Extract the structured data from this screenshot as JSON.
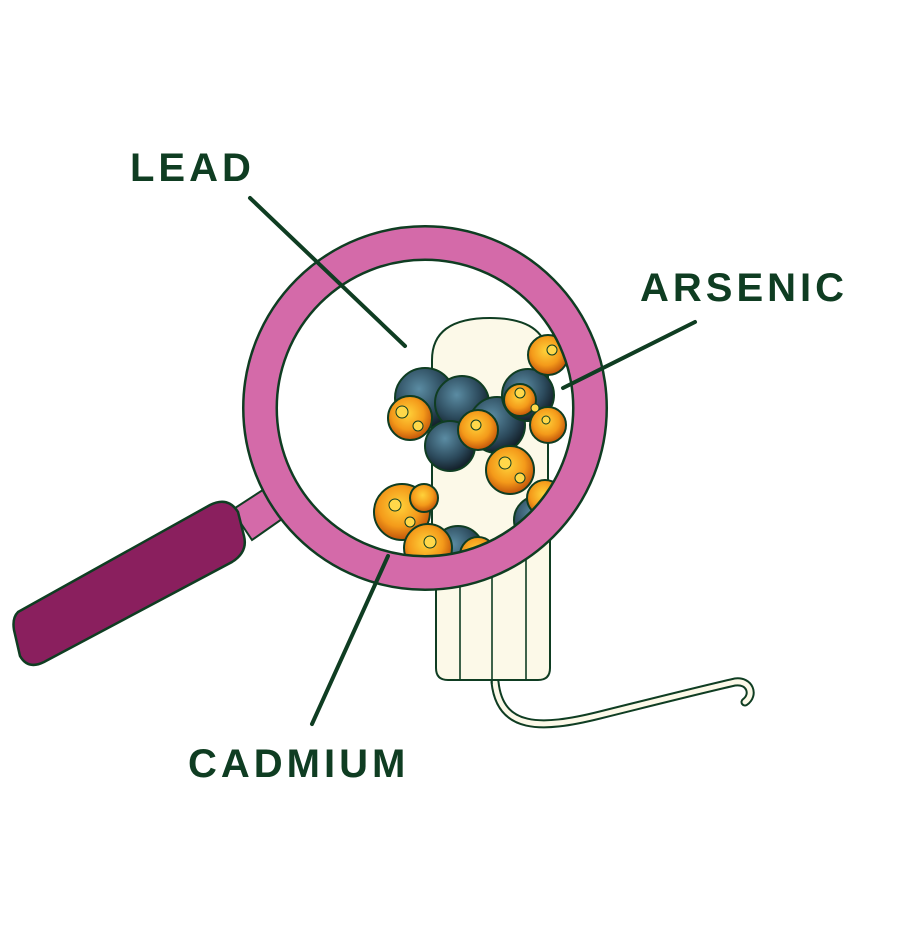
{
  "labels": {
    "lead": "LEAD",
    "arsenic": "ARSENIC",
    "cadmium": "CADMIUM"
  },
  "colors": {
    "label_text": "#0f3d22",
    "leader_line": "#0f3d22",
    "magnifier_ring": "#d46aa9",
    "magnifier_handle": "#8a1f5e",
    "tampon_body": "#fcf9e8",
    "particle_orange": "#f49a1a",
    "particle_dark": "#2c4a5c"
  },
  "icons": {
    "magnifier": "magnifying-glass-icon",
    "tampon": "tampon-icon"
  }
}
